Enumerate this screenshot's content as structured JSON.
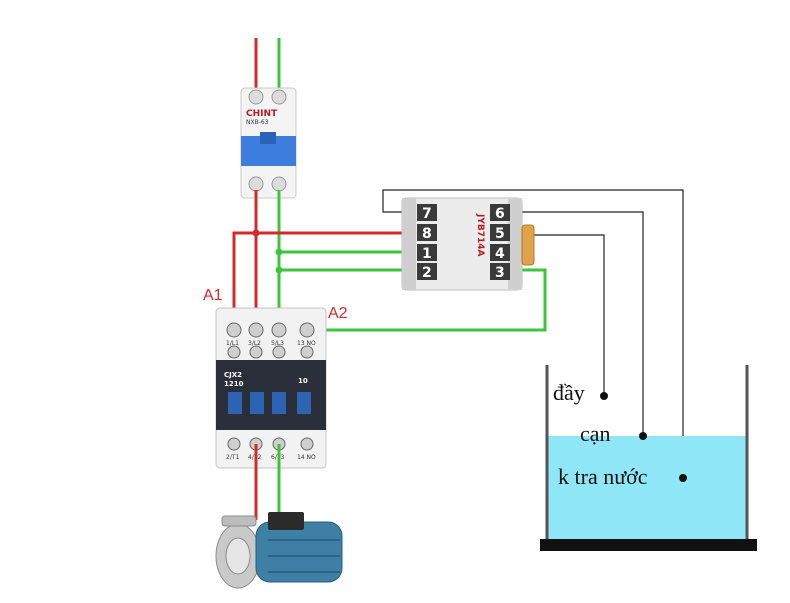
{
  "colors": {
    "live_wire": "#d22b2b",
    "neutral_wire": "#3cc43c",
    "sensor_wire": "#222222",
    "water": "#8fe6f7",
    "breaker_blue": "#3d7ddb",
    "contactor_dark": "#2a2f3a",
    "motor_blue": "#3e7fa6"
  },
  "breaker": {
    "brand": "CHINT",
    "model": "NXB-63"
  },
  "relay": {
    "model": "JYB714A",
    "left_terminals": [
      "7",
      "8",
      "1",
      "2"
    ],
    "right_terminals": [
      "6",
      "5",
      "4",
      "3"
    ]
  },
  "contactor": {
    "label_a1": "A1",
    "label_a2": "A2",
    "model_line1": "CJX2",
    "model_line2": "1210",
    "aux_rating": "10",
    "top_terminals": [
      "1/L1",
      "3/L2",
      "5/L3",
      "13 NO"
    ],
    "bottom_terminals": [
      "2/T1",
      "4/T2",
      "6/T3",
      "14 NO"
    ]
  },
  "tank": {
    "level_full": "đầy",
    "level_empty": "cạn",
    "level_probe": "k tra nước"
  },
  "icons": {
    "breaker": "circuit-breaker-icon",
    "relay": "level-relay-icon",
    "contactor": "contactor-icon",
    "pump": "water-pump-icon",
    "tank": "water-tank-icon"
  }
}
